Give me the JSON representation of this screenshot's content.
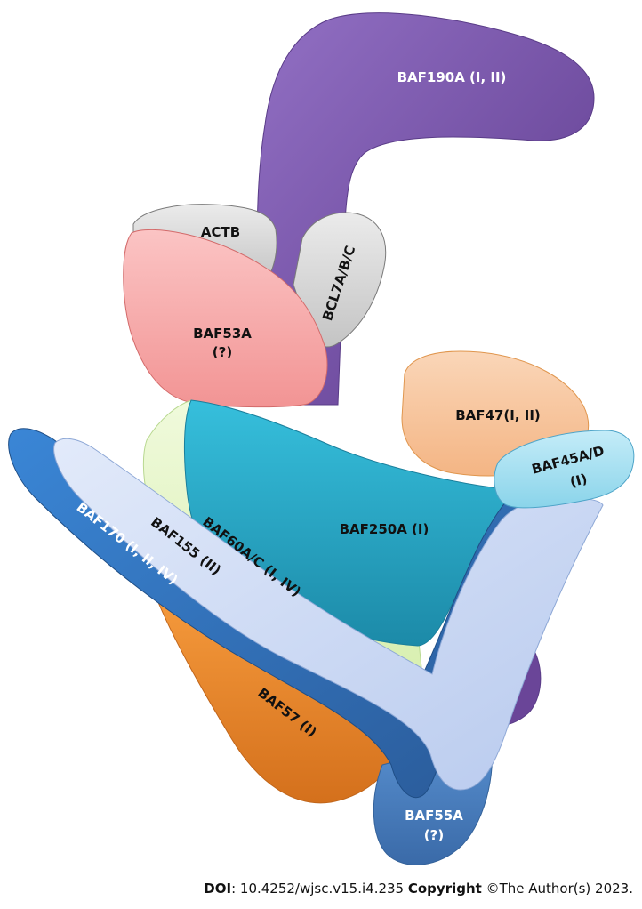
{
  "subunits": {
    "baf190a": "BAF190A (I, II)",
    "actb": "ACTB",
    "bcl7": "BCL7A/B/C",
    "baf53a_name": "BAF53A",
    "baf53a_note": "(?)",
    "baf47": "BAF47(I, II)",
    "baf45_name": "BAF45A/D",
    "baf45_note": "(I)",
    "baf250a": "BAF250A (I)",
    "baf60": "BAF60A/C (I, IV)",
    "baf155": "BAF155 (II)",
    "baf170": "BAF170 (I, II, IV)",
    "baf57": "BAF57 (I)",
    "baf55a_name": "BAF55A",
    "baf55a_note": "(?)"
  },
  "footer": {
    "doi_label": "DOI",
    "doi_value": ": 10.4252/wjsc.v15.i4.235 ",
    "copyright_label": "Copyright",
    "copyright_value": " ©The Author(s) 2023."
  },
  "colors": {
    "baf190a": "#7d55b0",
    "actb": "#d6d6d6",
    "bcl7": "#d6d6d6",
    "baf53a": "#f6a8a8",
    "baf47": "#f8c7a0",
    "baf45": "#a6e0f0",
    "baf250a": "#2aa8c8",
    "baf60": "#e6f5c6",
    "baf155": "#cdd9f3",
    "baf170": "#2f6fba",
    "baf57": "#ee8a2c",
    "baf55a": "#4a80c2"
  }
}
